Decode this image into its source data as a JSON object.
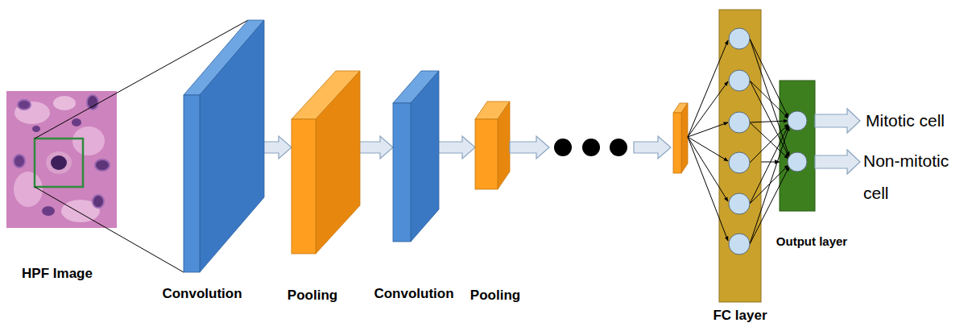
{
  "diagram": {
    "nodes": [
      {
        "text": [
          "HPF Image"
        ]
      },
      {
        "text": [
          "Convolution"
        ]
      },
      {
        "text": [
          "Pooling"
        ]
      },
      {
        "text": [
          "Convolution"
        ]
      },
      {
        "text": [
          "Pooling"
        ]
      },
      {
        "text": [
          "FC layer"
        ]
      },
      {
        "text": [
          "Output layer"
        ]
      }
    ],
    "edges": [
      {
        "from": 1,
        "to": 2,
        "arrow": "to"
      },
      {
        "from": 2,
        "to": 3,
        "arrow": "to"
      },
      {
        "from": 3,
        "to": 4,
        "arrow": "to"
      },
      {
        "from": 5,
        "to": 6,
        "arrow": "to"
      }
    ],
    "labels": [
      "Mitotic cell",
      "Non-mitotic cell"
    ]
  }
}
